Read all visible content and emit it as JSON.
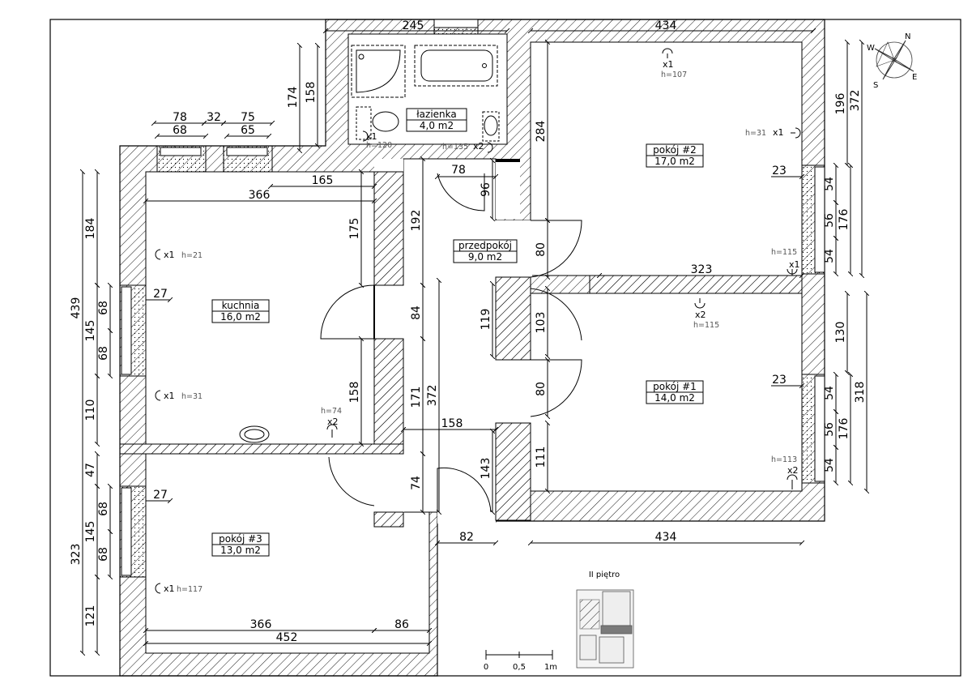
{
  "rooms": {
    "lazienka": {
      "name": "łazienka",
      "area": "4,0 m2"
    },
    "pokoj2": {
      "name": "pokój #2",
      "area": "17,0 m2"
    },
    "przedpokoj": {
      "name": "przedpokój",
      "area": "9,0 m2"
    },
    "kuchnia": {
      "name": "kuchnia",
      "area": "16,0 m2"
    },
    "pokoj1": {
      "name": "pokój #1",
      "area": "14,0 m2"
    },
    "pokoj3": {
      "name": "pokój #3",
      "area": "13,0 m2"
    }
  },
  "dimensions": {
    "d245": "245",
    "d434top": "434",
    "d174": "174",
    "d158top": "158",
    "d78w": "78",
    "d32": "32",
    "d75": "75",
    "d68w": "68",
    "d65": "65",
    "d165": "165",
    "d366k": "366",
    "d184": "184",
    "d439": "439",
    "d68a": "68",
    "d145a": "145",
    "d68b": "68",
    "d110": "110",
    "d27a": "27",
    "d175": "175",
    "d192": "192",
    "d78door": "78",
    "d96": "96",
    "d284": "284",
    "d196": "196",
    "d372r": "372",
    "d23a": "23",
    "d54a": "54",
    "d56a": "56",
    "d54b": "54",
    "d176a": "176",
    "d80a": "80",
    "d323mid": "323",
    "d84": "84",
    "d119": "119",
    "d103": "103",
    "d130": "130",
    "d318": "318",
    "d23b": "23",
    "d54c": "54",
    "d56b": "56",
    "d54d": "54",
    "d176b": "176",
    "d80b": "80",
    "d158k": "158",
    "d171": "171",
    "d372c": "372",
    "d158h": "158",
    "d111": "111",
    "d47": "47",
    "d27b": "27",
    "d68c": "68",
    "d145b": "145",
    "d68d": "68",
    "d323l": "323",
    "d121": "121",
    "d74": "74",
    "d143": "143",
    "d82": "82",
    "d434b": "434",
    "d366b": "366",
    "d86": "86",
    "d452": "452"
  },
  "markers": {
    "x1": "x1",
    "x2": "x2",
    "h107": "h=107",
    "h31r": "h=31",
    "h135": "h=135",
    "h120": "h=120",
    "h21": "h=21",
    "h31": "h=31",
    "h74": "h=74",
    "h115a": "h=115",
    "h115b": "h=115",
    "h113": "h=113",
    "h117": "h=117"
  },
  "compass": {
    "n": "N",
    "s": "S",
    "e": "E",
    "w": "W"
  },
  "scale_bar": {
    "t0": "0",
    "t1": "0,5",
    "t2": "1m"
  },
  "floor_label": "II piętro",
  "colors": {
    "line": "#000000",
    "hatch": "#000000",
    "key_highlight": "#7a7a7a"
  }
}
